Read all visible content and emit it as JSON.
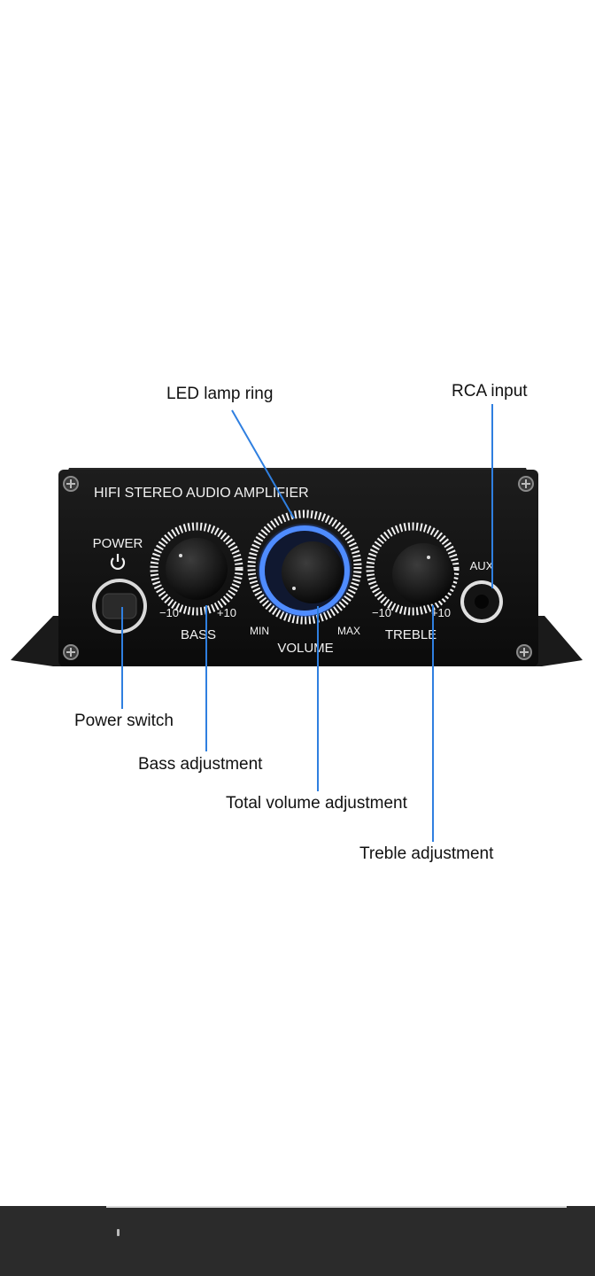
{
  "panel": {
    "model_text": "HIFI STEREO AUDIO AMPLIFIER",
    "power_label": "POWER",
    "bass_label": "BASS",
    "bass_min": "−10",
    "bass_max": "+10",
    "volume_label": "VOLUME",
    "volume_min": "MIN",
    "volume_max": "MAX",
    "treble_label": "TREBLE",
    "treble_min": "−10",
    "treble_max": "+10",
    "aux_label": "AUX"
  },
  "callouts": {
    "led_ring": "LED lamp ring",
    "rca_input": "RCA input",
    "power_switch": "Power switch",
    "bass": "Bass adjustment",
    "volume": "Total volume adjustment",
    "treble": "Treble adjustment"
  },
  "colors": {
    "led_blue": "#2f6cff",
    "pointer_line": "#2f7fe0",
    "panel": "#141414"
  }
}
